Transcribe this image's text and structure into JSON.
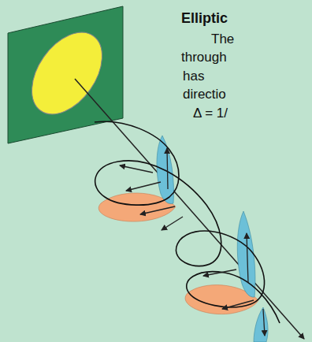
{
  "diagram": {
    "title": "Elliptic",
    "labels": [
      "The",
      "through",
      "has",
      "directio",
      "Δ = 1/"
    ]
  }
}
